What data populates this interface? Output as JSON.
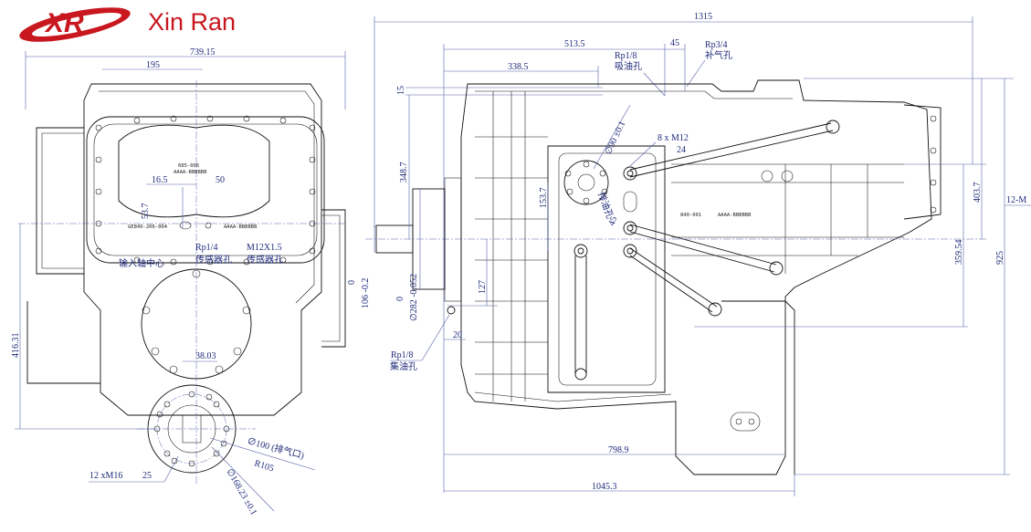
{
  "brand": {
    "mark": "XR",
    "name": "Xin Ran",
    "colors": {
      "brand_red": "#c8171e",
      "dimension_blue": "#1f2a7a",
      "line": "#111111"
    }
  },
  "left_view": {
    "dims": {
      "width_total": "739.15",
      "width_195": "195",
      "d_16_5": "16.5",
      "d_50": "50",
      "d_53_7": "53.7",
      "d_38_03": "38.03",
      "height_416_31": "416.31",
      "bolt_12xm16": "12 xM16",
      "depth_25": "25",
      "dia_100": "∅100 (排气口)",
      "r105": "R105",
      "dia_168_23": "∅168.23 ±0.1"
    },
    "labels": {
      "rp14": "Rp1/4",
      "sensor1": "传感器孔",
      "m12": "M12X1.5",
      "sensor2": "传感器孔",
      "input_center": "输入轴中心"
    },
    "plates": {
      "p1": "685-006",
      "p2": "AAAA-BBBBBB",
      "p3": "GE840-206-004",
      "p4": "AAAA-BBBBBB"
    }
  },
  "right_view": {
    "dims": {
      "length_total": "1315",
      "d_513_5": "513.5",
      "d_45": "45",
      "d_338_5": "338.5",
      "d_15": "15",
      "d_348_7": "348.7",
      "d_153_7": "153.7",
      "d_127": "127",
      "d_20": "20",
      "d_798_9": "798.9",
      "d_1045_3": "1045.3",
      "d_403_7": "403.7",
      "d_359_54": "359.54",
      "d_925": "925",
      "bolt_12m": "12-M",
      "tol_0_a": "0",
      "tol_106": "106 -0.2",
      "tol_0_b": "0",
      "tol_282": "∅282 -0.052",
      "dia_90": "∅90 ±0.1",
      "bolt_8xm12": "8 x M12",
      "depth_24": "24",
      "angle_45": "45"
    },
    "labels": {
      "rp18_suction": "Rp1/8",
      "suction": "吸油孔",
      "rp34": "Rp3/4",
      "refill": "补气孔",
      "rp18_collect": "Rp1/8",
      "collect": "集油孔",
      "drain": "排油孔"
    },
    "plates": {
      "p1": "840-001",
      "p2": "AAAA-BBBBBB"
    }
  }
}
